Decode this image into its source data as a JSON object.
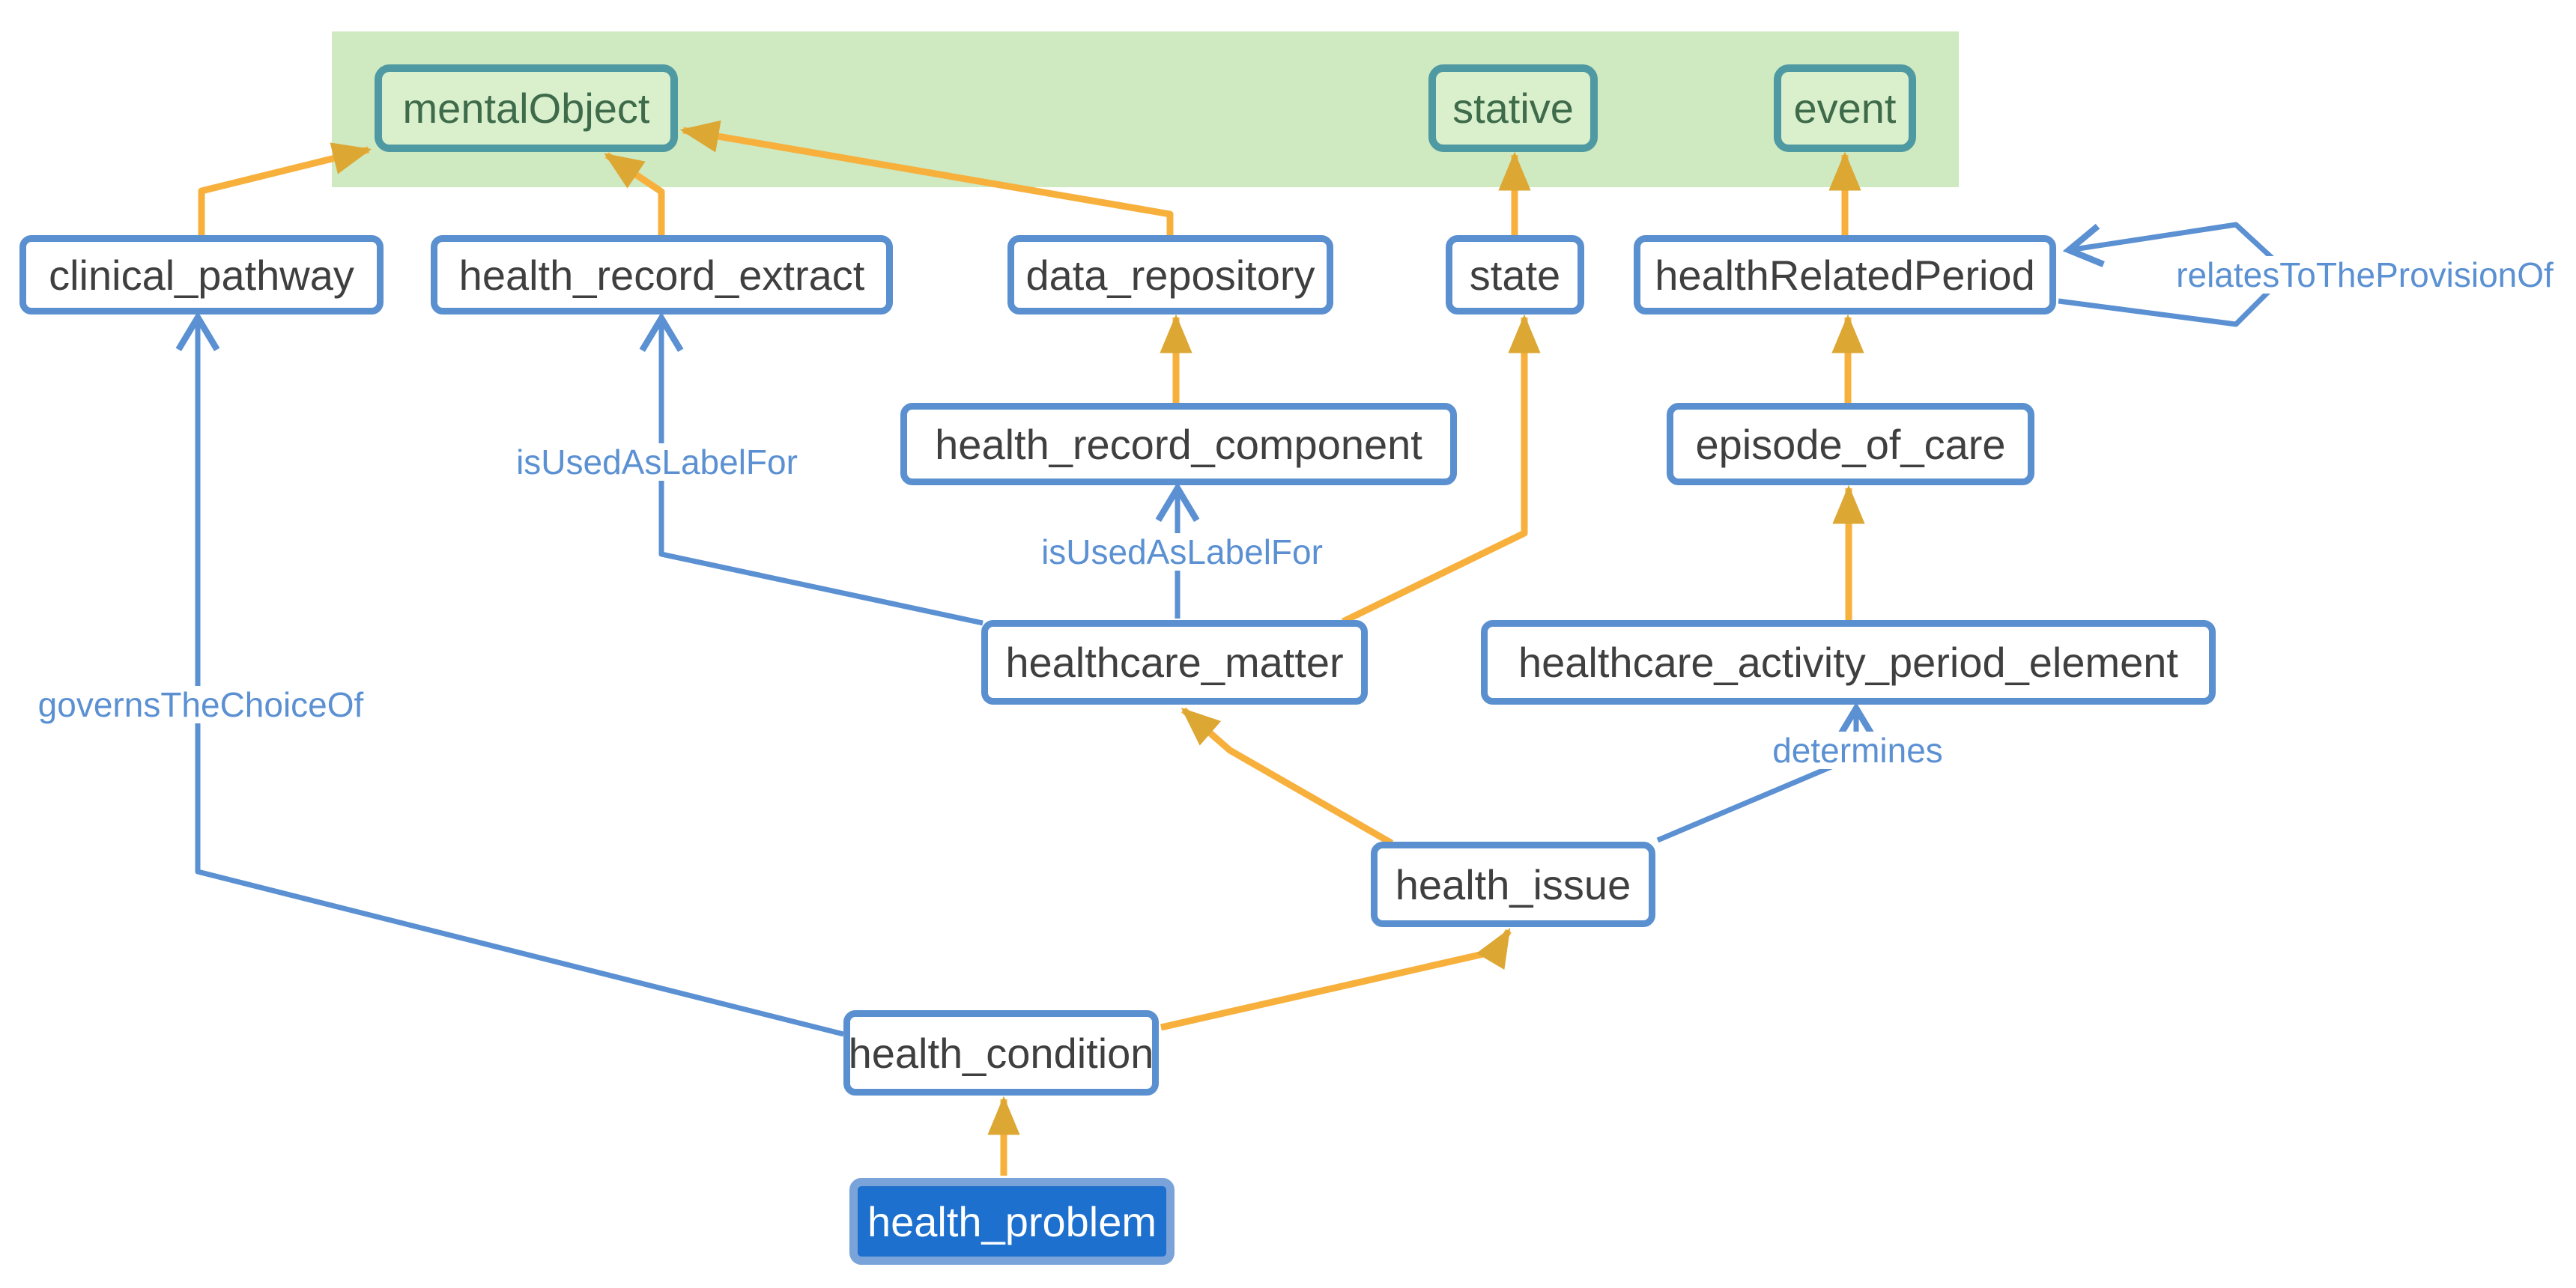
{
  "diagram": {
    "title": "health ontology class diagram",
    "nodes": {
      "mentalObject": {
        "label": "mentalObject",
        "kind": "upper-category"
      },
      "stative": {
        "label": "stative",
        "kind": "upper-category"
      },
      "event": {
        "label": "event",
        "kind": "upper-category"
      },
      "clinical_pathway": {
        "label": "clinical_pathway",
        "kind": "class"
      },
      "health_record_extract": {
        "label": "health_record_extract",
        "kind": "class"
      },
      "data_repository": {
        "label": "data_repository",
        "kind": "class"
      },
      "state": {
        "label": "state",
        "kind": "class"
      },
      "healthRelatedPeriod": {
        "label": "healthRelatedPeriod",
        "kind": "class"
      },
      "health_record_component": {
        "label": "health_record_component",
        "kind": "class"
      },
      "episode_of_care": {
        "label": "episode_of_care",
        "kind": "class"
      },
      "healthcare_matter": {
        "label": "healthcare_matter",
        "kind": "class"
      },
      "healthcare_activity_period_element": {
        "label": "healthcare_activity_period_element",
        "kind": "class"
      },
      "health_issue": {
        "label": "health_issue",
        "kind": "class"
      },
      "health_condition": {
        "label": "health_condition",
        "kind": "class"
      },
      "health_problem": {
        "label": "health_problem",
        "kind": "selected-class"
      }
    },
    "edge_labels": {
      "isUsedAsLabelFor_left": "isUsedAsLabelFor",
      "isUsedAsLabelFor_center": "isUsedAsLabelFor",
      "governsTheChoiceOf": "governsTheChoiceOf",
      "determines": "determines",
      "relatesToTheProvisionOf": "relatesToTheProvisionOf"
    },
    "edges": [
      {
        "from": "clinical_pathway",
        "to": "mentalObject",
        "type": "taxonomy"
      },
      {
        "from": "health_record_extract",
        "to": "mentalObject",
        "type": "taxonomy"
      },
      {
        "from": "data_repository",
        "to": "mentalObject",
        "type": "taxonomy"
      },
      {
        "from": "state",
        "to": "stative",
        "type": "taxonomy"
      },
      {
        "from": "healthRelatedPeriod",
        "to": "event",
        "type": "taxonomy"
      },
      {
        "from": "health_record_component",
        "to": "data_repository",
        "type": "taxonomy"
      },
      {
        "from": "episode_of_care",
        "to": "healthRelatedPeriod",
        "type": "taxonomy"
      },
      {
        "from": "healthcare_matter",
        "to": "state",
        "type": "taxonomy"
      },
      {
        "from": "healthcare_activity_period_element",
        "to": "episode_of_care",
        "type": "taxonomy"
      },
      {
        "from": "health_issue",
        "to": "healthcare_matter",
        "type": "taxonomy"
      },
      {
        "from": "health_condition",
        "to": "health_issue",
        "type": "taxonomy"
      },
      {
        "from": "health_problem",
        "to": "health_condition",
        "type": "taxonomy"
      },
      {
        "from": "health_condition",
        "to": "clinical_pathway",
        "type": "relation",
        "label": "governsTheChoiceOf"
      },
      {
        "from": "healthcare_matter",
        "to": "health_record_extract",
        "type": "relation",
        "label": "isUsedAsLabelFor"
      },
      {
        "from": "healthcare_matter",
        "to": "health_record_component",
        "type": "relation",
        "label": "isUsedAsLabelFor"
      },
      {
        "from": "health_issue",
        "to": "healthcare_activity_period_element",
        "type": "relation",
        "label": "determines"
      },
      {
        "from": "healthRelatedPeriod",
        "to": "healthRelatedPeriod",
        "type": "relation",
        "label": "relatesToTheProvisionOf"
      }
    ],
    "colors": {
      "band_background": "#cfe9c1",
      "category_fill": "#daefcc",
      "category_border": "#4f99a2",
      "category_text": "#3e6b4a",
      "class_border": "#5b90d0",
      "class_text": "#3f3f3f",
      "selected_fill": "#1e70ce",
      "selected_border": "#7aa3d9",
      "selected_text": "#ffffff",
      "taxonomy_edge": "#f7b03c",
      "taxonomy_arrowhead": "#dca732",
      "relation_edge": "#5b90d2"
    }
  }
}
